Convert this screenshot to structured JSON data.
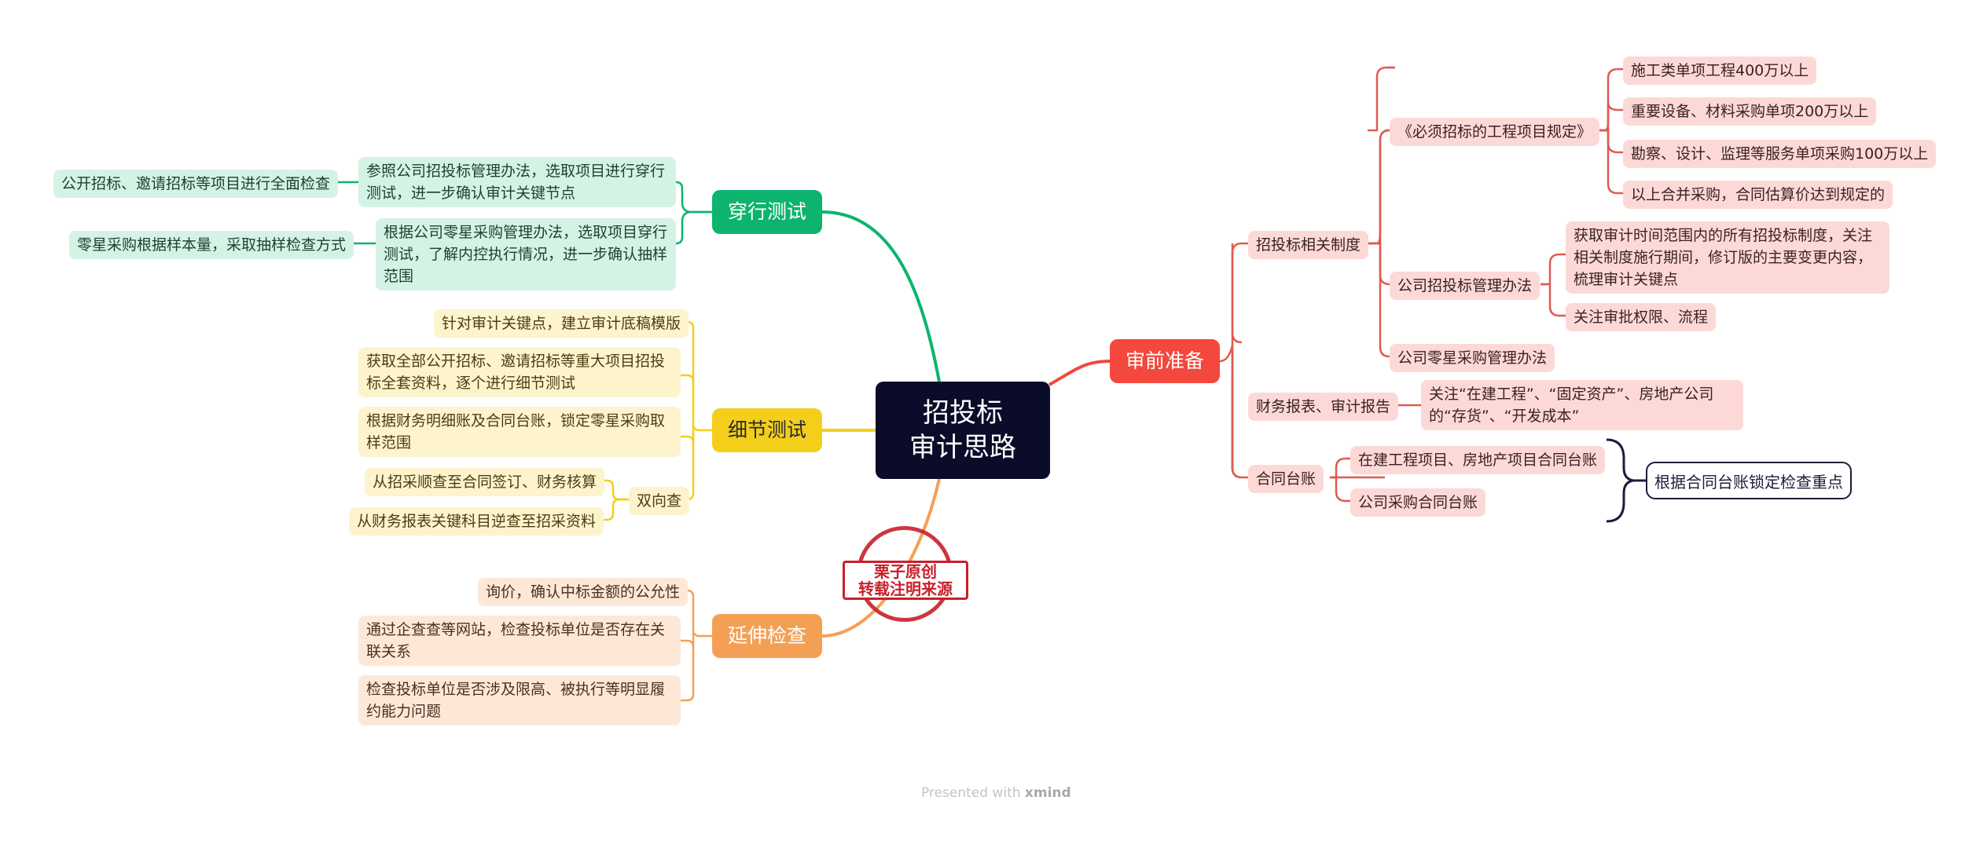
{
  "colors": {
    "root": "#0b0c2a",
    "red": "#f4473d",
    "green": "#0cb46e",
    "yellow": "#f3cf1c",
    "orange": "#f4a054"
  },
  "root": {
    "line1": "招投标",
    "line2": "审计思路"
  },
  "branches": {
    "prep": {
      "label": "审前准备",
      "bidding_system": {
        "label": "招投标相关制度",
        "must_bid": {
          "label": "《必须招标的工程项目规定》",
          "items": [
            "施工类单项工程400万以上",
            "重要设备、材料采购单项200万以上",
            "勘察、设计、监理等服务单项采购100万以上",
            "以上合并采购，合同估算价达到规定的"
          ]
        },
        "company_rules": {
          "label": "公司招投标管理办法",
          "items": [
            "获取审计时间范围内的所有招投标制度，关注相关制度施行期间，修订版的主要变更内容，梳理审计关键点",
            "关注审批权限、流程"
          ]
        },
        "small_purchase": {
          "label": "公司零星采购管理办法"
        }
      },
      "finance": {
        "label": "财务报表、审计报告",
        "items": [
          "关注“在建工程”、“固定资产”、房地产公司的“存货”、“开发成本”"
        ]
      },
      "contracts": {
        "label": "合同台账",
        "items": [
          "在建工程项目、房地产项目合同台账",
          "公司采购合同台账"
        ],
        "summary": "根据合同台账锁定检查重点"
      }
    },
    "walkthrough": {
      "label": "穿行测试",
      "items": [
        {
          "text": "参照公司招投标管理办法，选取项目进行穿行测试，进一步确认审计关键节点",
          "child": "公开招标、邀请招标等项目进行全面检查"
        },
        {
          "text": "根据公司零星采购管理办法，选取项目穿行测试，了解内控执行情况，进一步确认抽样范围",
          "child": "零星采购根据样本量，采取抽样检查方式"
        }
      ]
    },
    "detail": {
      "label": "细节测试",
      "items": [
        "针对审计关键点，建立审计底稿模版",
        "获取全部公开招标、邀请招标等重大项目招投标全套资料，逐个进行细节测试",
        "根据财务明细账及合同台账，锁定零星采购取样范围"
      ],
      "two_way": {
        "label": "双向查",
        "items": [
          "从招采顺查至合同签订、财务核算",
          "从财务报表关键科目逆查至招采资料"
        ]
      }
    },
    "extend": {
      "label": "延伸检查",
      "items": [
        "询价，确认中标金额的公允性",
        "通过企查查等网站，检查投标单位是否存在关联关系",
        "检查投标单位是否涉及限高、被执行等明显履约能力问题"
      ]
    }
  },
  "stamp": {
    "line1": "栗子原创",
    "line2": "转载注明来源"
  },
  "footer": {
    "presented": "Presented with",
    "brand": "xmind"
  }
}
